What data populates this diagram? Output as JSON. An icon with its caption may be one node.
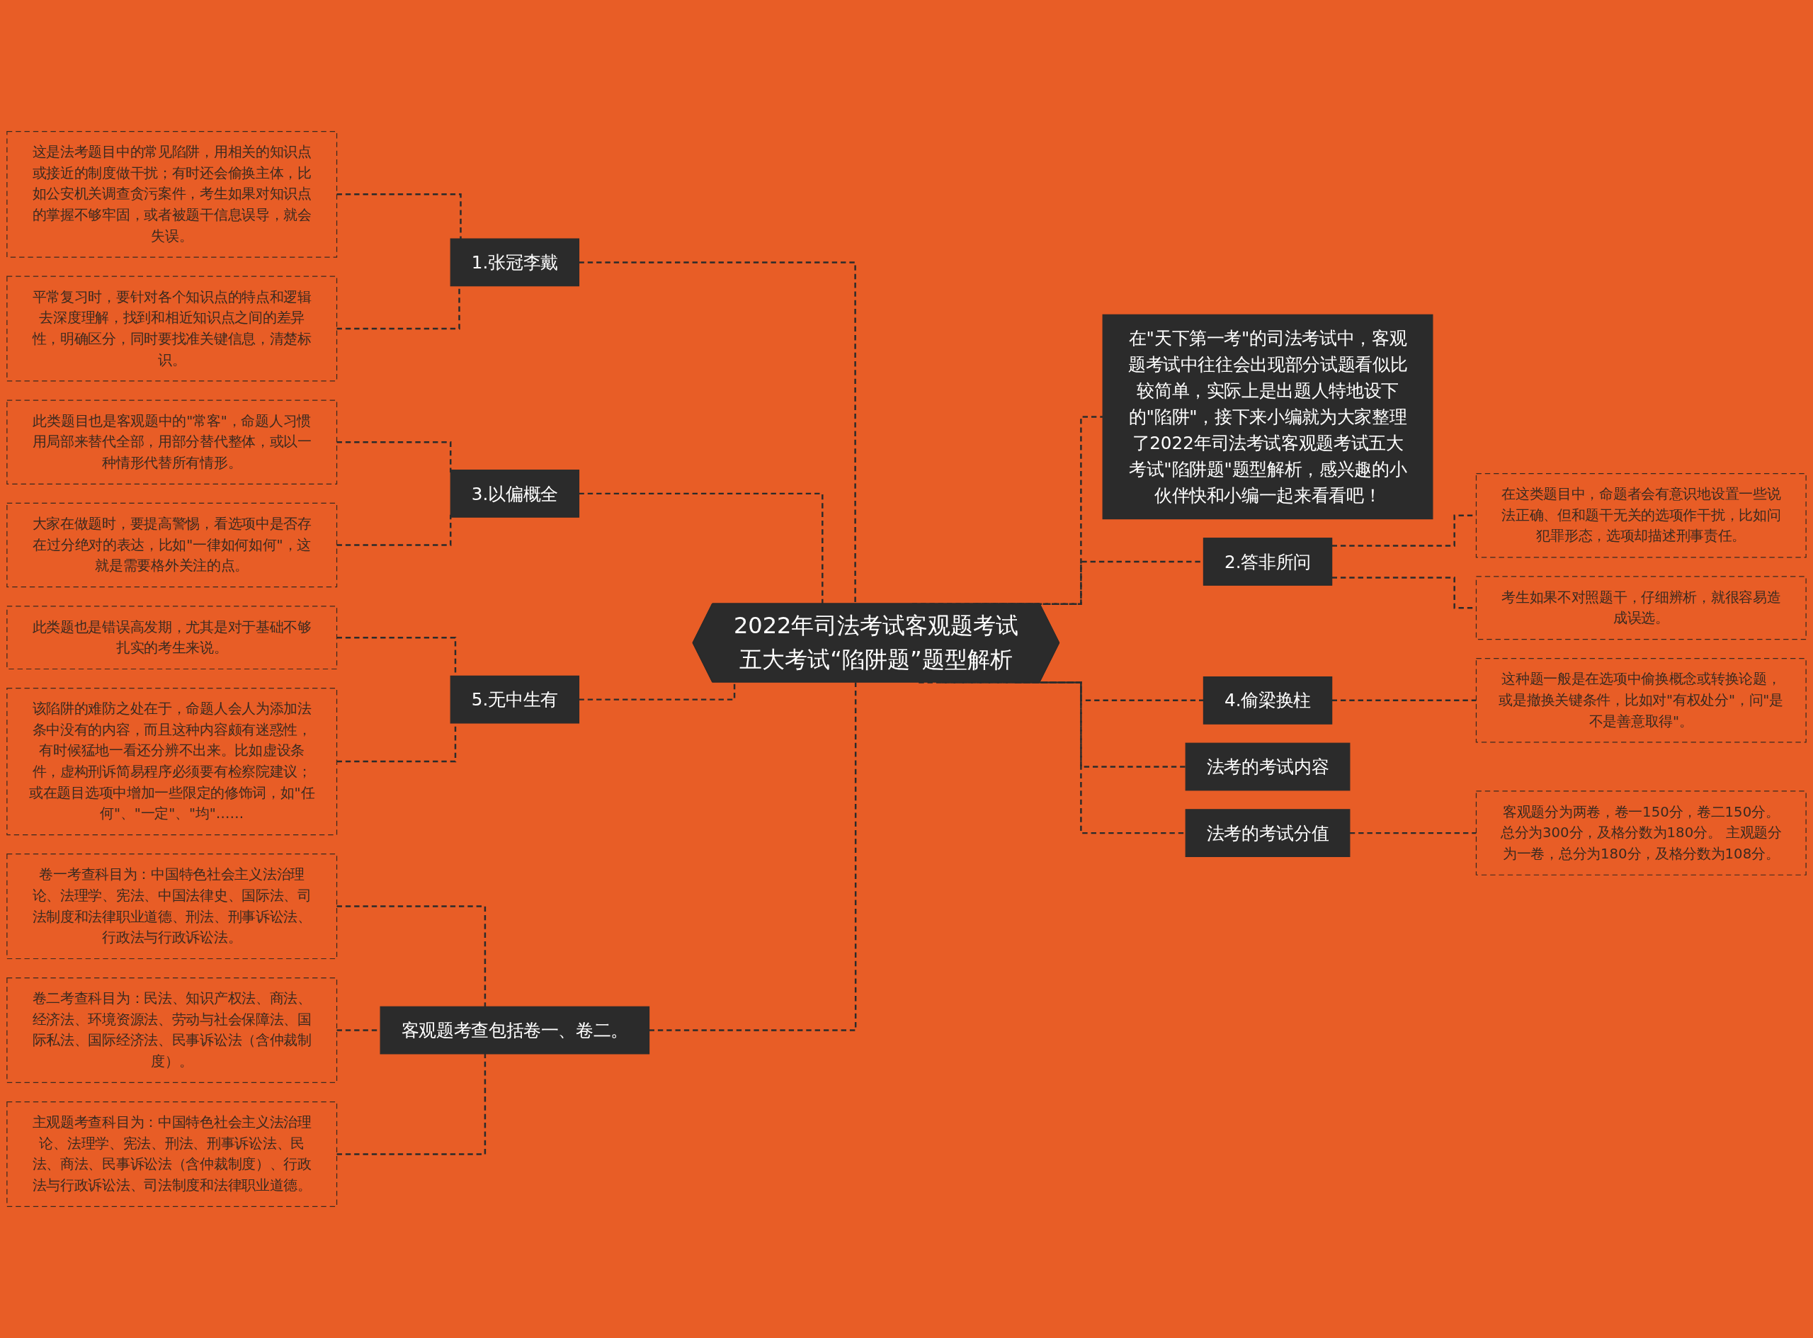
{
  "diagram": {
    "nodes": [
      {
        "text": [
          "2022年司法考试客观题考试五大考试“陷阱题”题型解析"
        ]
      },
      {
        "text": [
          "1.张冠李戴"
        ]
      },
      {
        "text": [
          "这是法考题目中的常见陷阱，用相关的知识点或接近的制度做干扰；有时还会偷换主体，比如公安机关调查贪污案件，考生如果对知识点的掌握不够牢固，或者被题干信息误导，就会失误。"
        ]
      },
      {
        "text": [
          "平常复习时，要针对各个知识点的特点和逻辑去深度理解，找到和相近知识点之间的差异性，明确区分，同时要找准关键信息，清楚标识。"
        ]
      },
      {
        "text": [
          "3.以偏概全"
        ]
      },
      {
        "text": [
          "此类题目也是客观题中的\"常客\"，命题人习惯用局部来替代全部，用部分替代整体，或以一种情形代替所有情形。"
        ]
      },
      {
        "text": [
          "大家在做题时，要提高警惕，看选项中是否存在过分绝对的表达，比如\"一律如何如何\"，这就是需要格外关注的点。"
        ]
      },
      {
        "text": [
          "5.无中生有"
        ]
      },
      {
        "text": [
          "此类题也是错误高发期，尤其是对于基础不够扎实的考生来说。"
        ]
      },
      {
        "text": [
          "该陷阱的难防之处在于，命题人会人为添加法条中没有的内容，而且这种内容颇有迷惑性，有时候猛地一看还分辨不出来。比如虚设条件，虚构刑诉简易程序必须要有检察院建议；或在题目选项中增加一些限定的修饰词，如\"任何\"、\"一定\"、\"均\"……"
        ]
      },
      {
        "text": [
          "客观题考查包括卷一、卷二。"
        ]
      },
      {
        "text": [
          "卷一考查科目为：中国特色社会主义法治理论、法理学、宪法、中国法律史、国际法、司法制度和法律职业道德、刑法、刑事诉讼法、行政法与行政诉讼法。"
        ]
      },
      {
        "text": [
          "卷二考查科目为：民法、知识产权法、商法、经济法、环境资源法、劳动与社会保障法、国际私法、国际经济法、民事诉讼法（含仲裁制度）。"
        ]
      },
      {
        "text": [
          "主观题考查科目为：中国特色社会主义法治理论、法理学、宪法、刑法、刑事诉讼法、民法、商法、民事诉讼法（含仲裁制度）、行政法与行政诉讼法、司法制度和法律职业道德。"
        ]
      },
      {
        "text": [
          "在\"天下第一考\"的司法考试中，客观题考试中往往会出现部分试题看似比较简单，实际上是出题人特地设下的\"陷阱\"，接下来小编就为大家整理了2022年司法考试客观题考试五大考试\"陷阱题\"题型解析，感兴趣的小伙伴快和小编一起来看看吧！"
        ]
      },
      {
        "text": [
          "2.答非所问"
        ]
      },
      {
        "text": [
          "在这类题目中，命题者会有意识地设置一些说法正确、但和题干无关的选项作干扰，比如问犯罪形态，选项却描述刑事责任。"
        ]
      },
      {
        "text": [
          "考生如果不对照题干，仔细辨析，就很容易造成误选。"
        ]
      },
      {
        "text": [
          "4.偷梁换柱"
        ]
      },
      {
        "text": [
          "这种题一般是在选项中偷换概念或转换论题，或是撤换关键条件，比如对\"有权处分\"，问\"是不是善意取得\"。"
        ]
      },
      {
        "text": [
          "法考的考试内容"
        ]
      },
      {
        "text": [
          "法考的考试分值"
        ]
      },
      {
        "text": [
          "客观题分为两卷，卷一150分，卷二150分。总分为300分，及格分数为180分。 主观题分为一卷，总分为180分，及格分数为108分。"
        ]
      }
    ],
    "edges": [
      {
        "from": 0,
        "to": 1,
        "arrow": "none",
        "style": "dashed"
      },
      {
        "from": 1,
        "to": 2,
        "arrow": "none",
        "style": "dashed"
      },
      {
        "from": 1,
        "to": 3,
        "arrow": "none",
        "style": "dashed"
      },
      {
        "from": 0,
        "to": 4,
        "arrow": "none",
        "style": "dashed"
      },
      {
        "from": 4,
        "to": 5,
        "arrow": "none",
        "style": "dashed"
      },
      {
        "from": 4,
        "to": 6,
        "arrow": "none",
        "style": "dashed"
      },
      {
        "from": 0,
        "to": 7,
        "arrow": "none",
        "style": "dashed"
      },
      {
        "from": 7,
        "to": 8,
        "arrow": "none",
        "style": "dashed"
      },
      {
        "from": 7,
        "to": 9,
        "arrow": "none",
        "style": "dashed"
      },
      {
        "from": 0,
        "to": 10,
        "arrow": "none",
        "style": "dashed"
      },
      {
        "from": 10,
        "to": 11,
        "arrow": "none",
        "style": "dashed"
      },
      {
        "from": 10,
        "to": 12,
        "arrow": "none",
        "style": "dashed"
      },
      {
        "from": 10,
        "to": 13,
        "arrow": "none",
        "style": "dashed"
      },
      {
        "from": 0,
        "to": 14,
        "arrow": "none",
        "style": "dashed"
      },
      {
        "from": 0,
        "to": 15,
        "arrow": "none",
        "style": "dashed"
      },
      {
        "from": 15,
        "to": 16,
        "arrow": "none",
        "style": "dashed"
      },
      {
        "from": 15,
        "to": 17,
        "arrow": "none",
        "style": "dashed"
      },
      {
        "from": 0,
        "to": 18,
        "arrow": "none",
        "style": "dashed"
      },
      {
        "from": 18,
        "to": 19,
        "arrow": "none",
        "style": "dashed"
      },
      {
        "from": 0,
        "to": 20,
        "arrow": "none",
        "style": "dashed"
      },
      {
        "from": 0,
        "to": 21,
        "arrow": "none",
        "style": "dashed"
      },
      {
        "from": 21,
        "to": 22,
        "arrow": "none",
        "style": "dashed"
      }
    ]
  }
}
